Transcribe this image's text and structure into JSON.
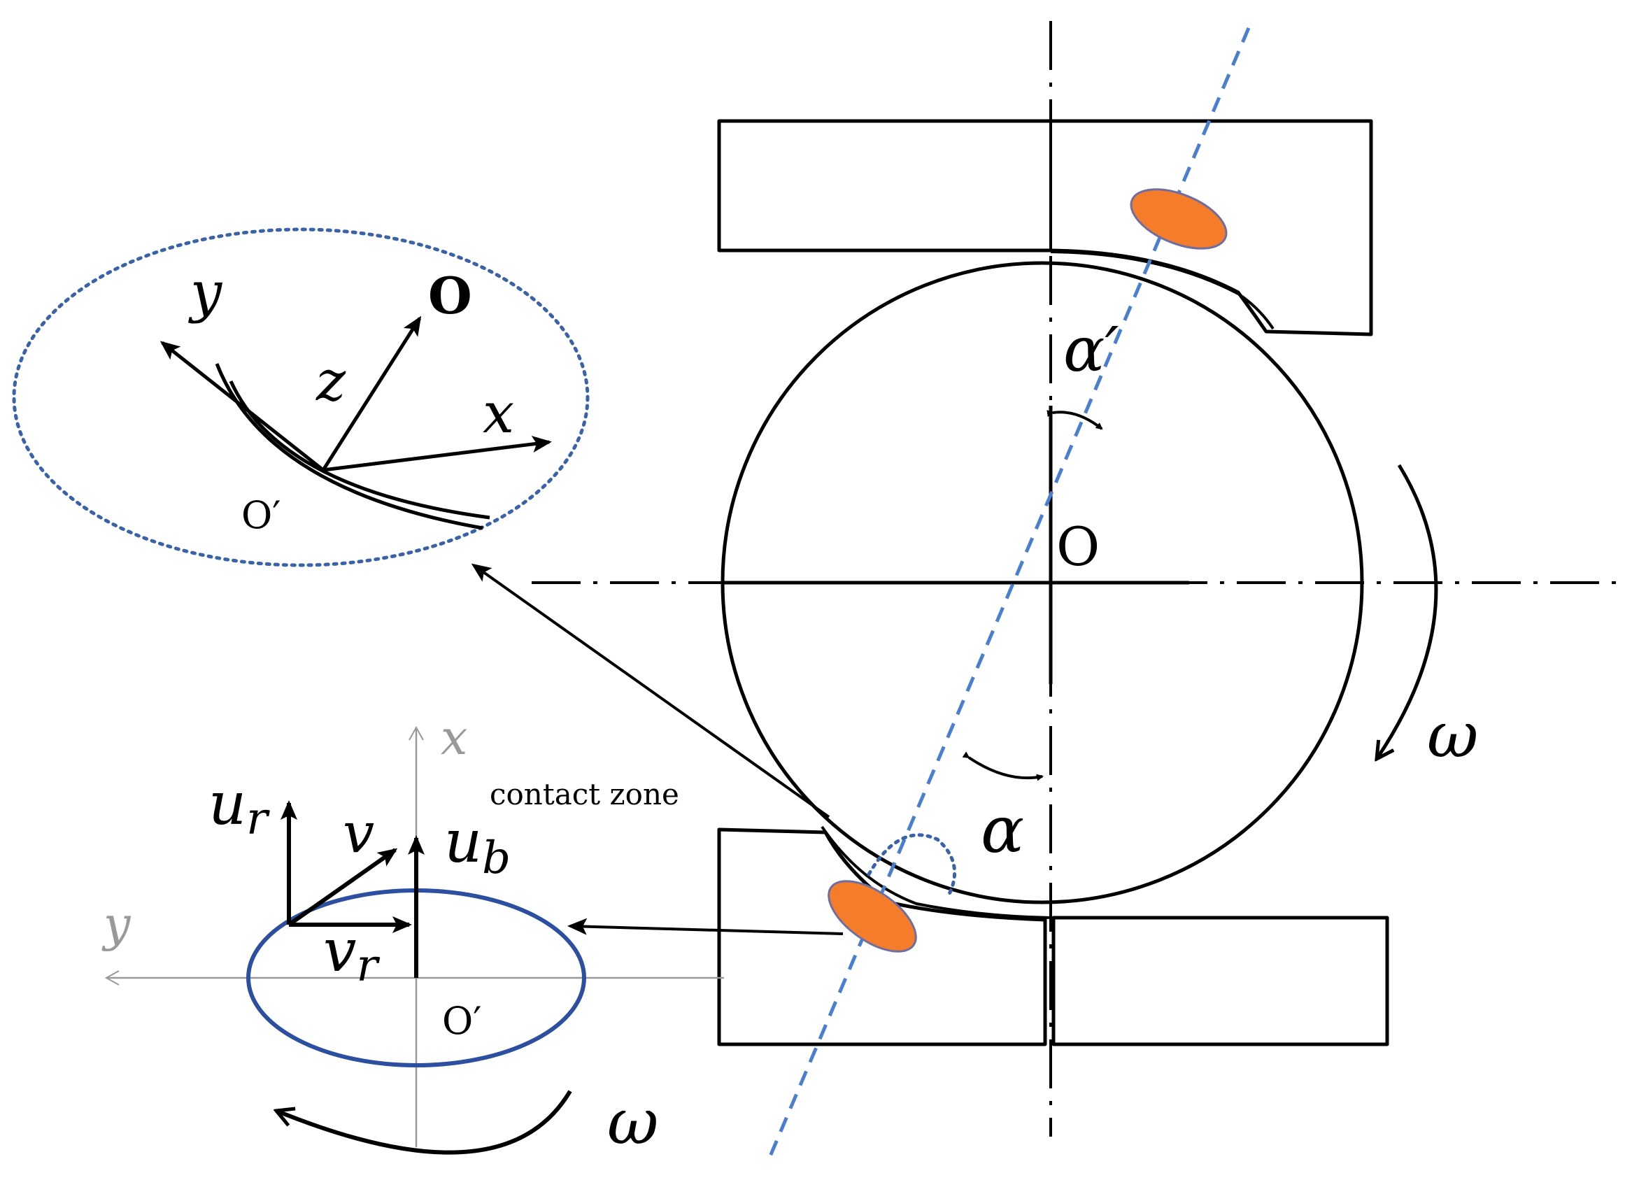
{
  "colors": {
    "line": "#000000",
    "dashed_axis": "#4a7fd0",
    "contact_ellipse_fill": "#f57c2a",
    "contact_ellipse_stroke": "#6e6ea0",
    "zoom_circle": "#3a62a8",
    "contact_zone_ellipse": "#2c4fa0",
    "thin_axes": "#999999"
  },
  "icons": {
    "rotation_arrow_right": "curved-arrow-clockwise",
    "rotation_arrow_bottom": "curved-arrow-counterclockwise",
    "angle_arcs": "double-headed-arc"
  },
  "labels": {
    "center": "O",
    "alpha_prime": "α′",
    "alpha": "α",
    "omega_right": "ω",
    "omega_bottom": "ω",
    "inset_y": "y",
    "inset_z": "z",
    "inset_x": "x",
    "inset_O": "O",
    "inset_origin": "O′",
    "contact_zone": "contact zone",
    "cz_x": "x",
    "cz_y": "y",
    "cz_origin": "O′",
    "u": "u",
    "r": "r",
    "b": "b",
    "v": "v"
  }
}
